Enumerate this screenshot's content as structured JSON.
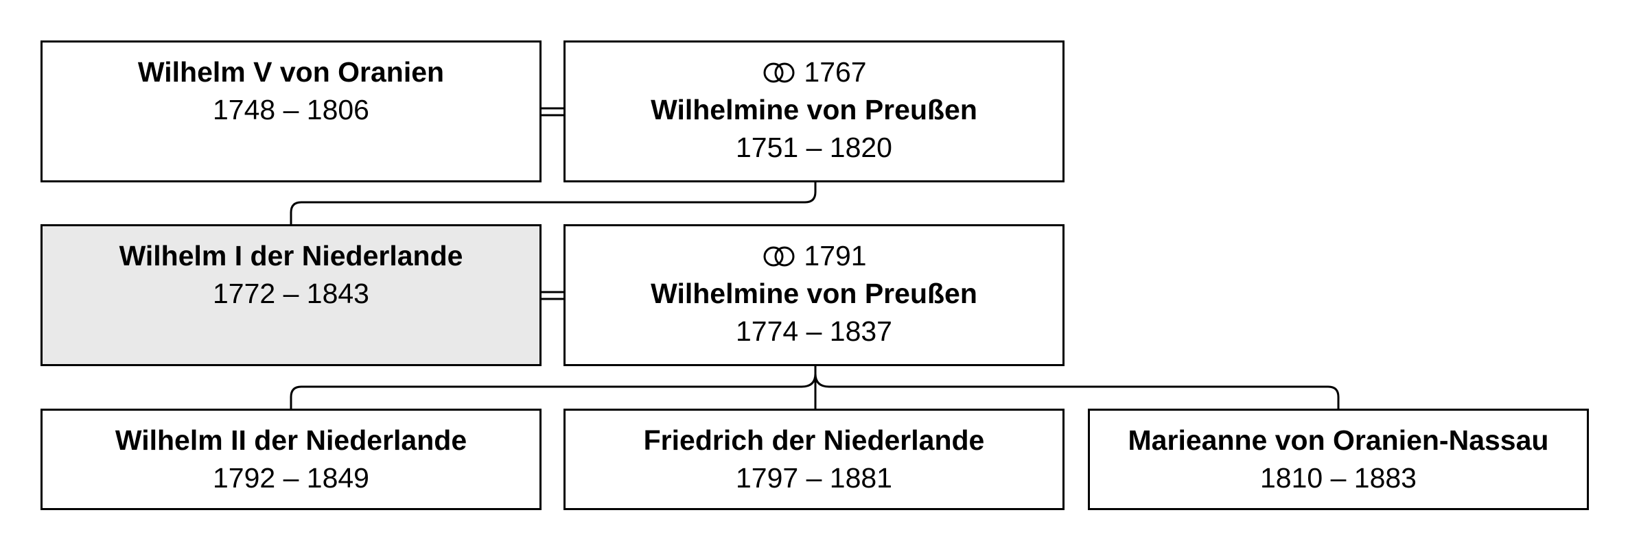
{
  "generation1": {
    "husband": {
      "name": "Wilhelm V von Oranien",
      "dates": "1748 – 1806"
    },
    "wife": {
      "marriage_year": "1767",
      "name": "Wilhelmine von Preußen",
      "dates": "1751 – 1820"
    }
  },
  "generation2": {
    "husband": {
      "name": "Wilhelm I der Niederlande",
      "dates": "1772 – 1843"
    },
    "wife": {
      "marriage_year": "1791",
      "name": "Wilhelmine von Preußen",
      "dates": "1774 – 1837"
    }
  },
  "children": [
    {
      "name": "Wilhelm II der Niederlande",
      "dates": "1792 – 1849"
    },
    {
      "name": "Friedrich der Niederlande",
      "dates": "1797 – 1881"
    },
    {
      "name": "Marieanne von Oranien-Nassau",
      "dates": "1810 – 1883"
    }
  ],
  "icons": {
    "marriage": "wedding-rings-icon"
  },
  "colors": {
    "highlight": "#e9e9e9",
    "border": "#000000",
    "background": "#ffffff"
  }
}
